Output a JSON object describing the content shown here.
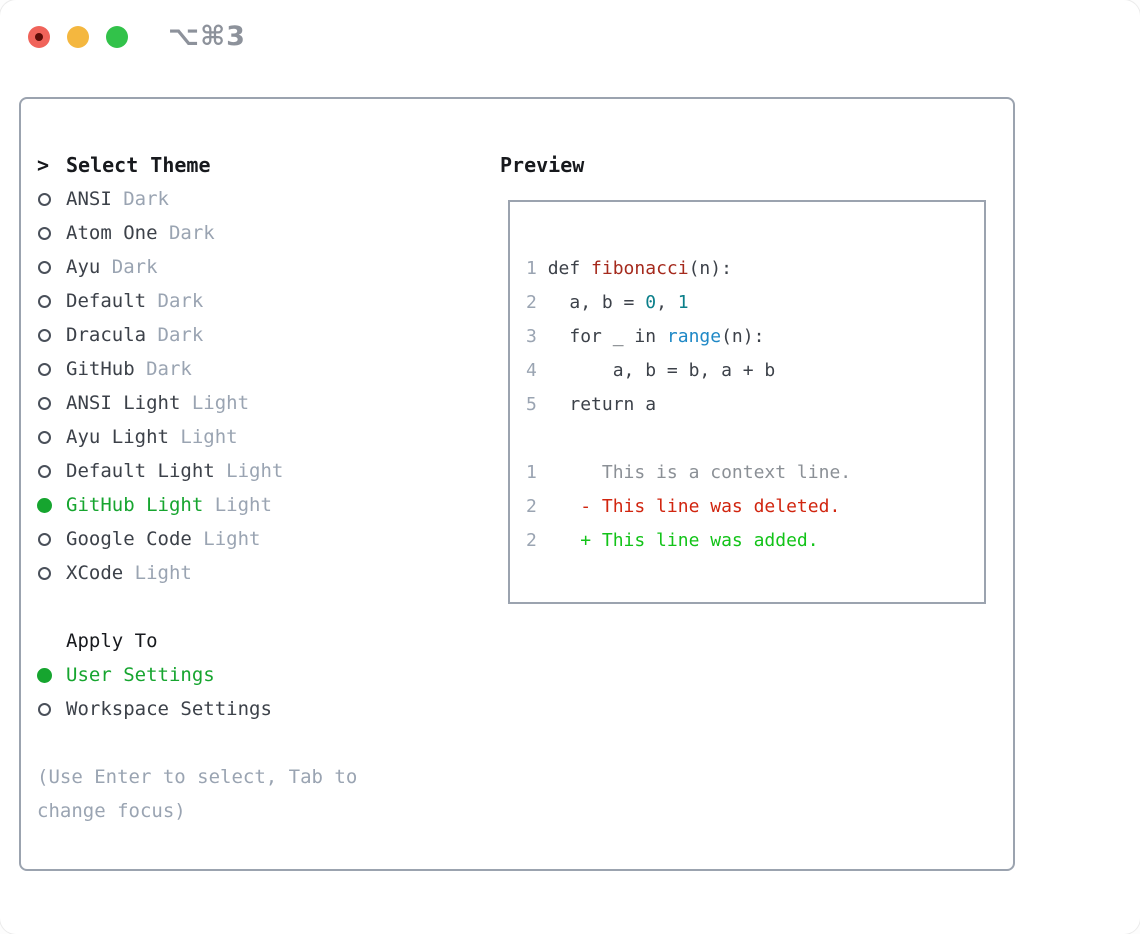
{
  "window": {
    "title": "⌥⌘3"
  },
  "colors": {
    "text_dark": "#3c4149",
    "text_black": "#17191d",
    "muted": "#9aa4b2",
    "line_number": "#9aa4b2",
    "context_gray": "#8b9096",
    "accent_green": "#16a52f",
    "added_green": "#12c318",
    "deleted_red": "#d1250f",
    "function_red": "#a52a1d",
    "number_teal": "#0b7f8a",
    "builtin_blue": "#1e88c6",
    "border_gray": "#9ba3af",
    "titlebar_gray": "#8d929b",
    "tl_red": "#f0635a",
    "tl_red_dot": "#5c0d08",
    "tl_yellow": "#f4b73f",
    "tl_green": "#32c24a"
  },
  "sidebar": {
    "header": {
      "prefix": ">",
      "title": "Select Theme"
    },
    "themes": [
      {
        "label": "ANSI",
        "variant": "Dark",
        "selected": false
      },
      {
        "label": "Atom One",
        "variant": "Dark",
        "selected": false
      },
      {
        "label": "Ayu",
        "variant": "Dark",
        "selected": false
      },
      {
        "label": "Default",
        "variant": "Dark",
        "selected": false
      },
      {
        "label": "Dracula",
        "variant": "Dark",
        "selected": false
      },
      {
        "label": "GitHub",
        "variant": "Dark",
        "selected": false
      },
      {
        "label": "ANSI Light",
        "variant": "Light",
        "selected": false
      },
      {
        "label": "Ayu Light",
        "variant": "Light",
        "selected": false
      },
      {
        "label": "Default Light",
        "variant": "Light",
        "selected": false
      },
      {
        "label": "GitHub Light",
        "variant": "Light",
        "selected": true
      },
      {
        "label": "Google Code",
        "variant": "Light",
        "selected": false
      },
      {
        "label": "XCode",
        "variant": "Light",
        "selected": false
      }
    ],
    "apply_to": {
      "title": "Apply To",
      "options": [
        {
          "label": "User Settings",
          "selected": true
        },
        {
          "label": "Workspace Settings",
          "selected": false
        }
      ]
    },
    "hint": "(Use Enter to select, Tab to change focus)"
  },
  "preview": {
    "title": "Preview",
    "code_lines": [
      [
        {
          "t": "1 ",
          "c": "ln"
        },
        {
          "t": "def ",
          "c": "code"
        },
        {
          "t": "fibonacci",
          "c": "fn"
        },
        {
          "t": "(n):",
          "c": "code"
        }
      ],
      [
        {
          "t": "2 ",
          "c": "ln"
        },
        {
          "t": "  a, b = ",
          "c": "code"
        },
        {
          "t": "0",
          "c": "num"
        },
        {
          "t": ", ",
          "c": "code"
        },
        {
          "t": "1",
          "c": "num"
        }
      ],
      [
        {
          "t": "3 ",
          "c": "ln"
        },
        {
          "t": "  for _ in ",
          "c": "code"
        },
        {
          "t": "range",
          "c": "blt"
        },
        {
          "t": "(n):",
          "c": "code"
        }
      ],
      [
        {
          "t": "4 ",
          "c": "ln"
        },
        {
          "t": "      a, b = b, a + b",
          "c": "code"
        }
      ],
      [
        {
          "t": "5 ",
          "c": "ln"
        },
        {
          "t": "  return a",
          "c": "code"
        }
      ],
      [],
      [
        {
          "t": "1 ",
          "c": "ln"
        },
        {
          "t": "     This is a context line.",
          "c": "ctx"
        }
      ],
      [
        {
          "t": "2 ",
          "c": "ln"
        },
        {
          "t": "   - This line was deleted.",
          "c": "del"
        }
      ],
      [
        {
          "t": "2 ",
          "c": "ln"
        },
        {
          "t": "   + This line was added.",
          "c": "add"
        }
      ]
    ]
  }
}
